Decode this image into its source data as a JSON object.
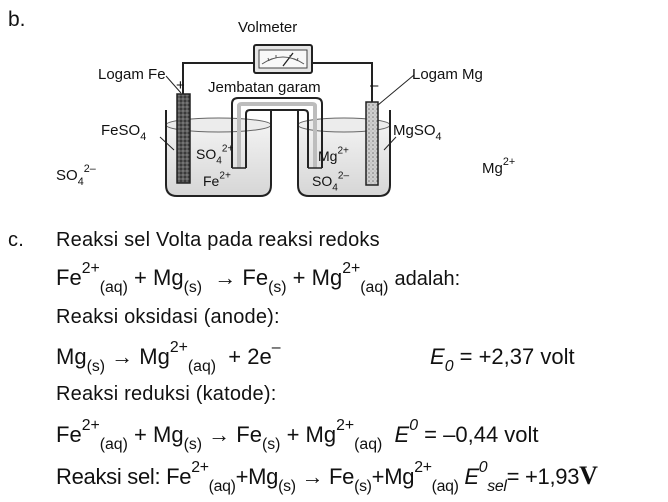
{
  "part_b": {
    "marker": "b.",
    "voltmeter": "Volmeter",
    "salt_bridge": "Jembatan garam",
    "left_electrode": "Logam Fe",
    "right_electrode": "Logam Mg",
    "plus_sign": "+",
    "minus_sign": "–",
    "feso4": {
      "base": "FeSO",
      "sub": "4"
    },
    "mgso4": {
      "base": "MgSO",
      "sub": "4"
    },
    "so4_outside": {
      "base": "SO",
      "sub": "4",
      "sup": "2–"
    },
    "mg_outside": {
      "base": "Mg",
      "sup": "2+"
    },
    "left_ion_top": {
      "base": "SO",
      "sub": "4",
      "sup": "2+"
    },
    "left_ion_bottom": {
      "base": "Fe",
      "sup": "2+"
    },
    "right_ion_top": {
      "base": "Mg",
      "sup": "2+"
    },
    "right_ion_bottom": {
      "base": "SO",
      "sub": "4",
      "sup": "2–"
    }
  },
  "part_c": {
    "marker": "c.",
    "heading": "Reaksi sel Volta pada reaksi redoks",
    "reaction": {
      "fe": "Fe",
      "fe_sup": "2+",
      "aq": "(aq)",
      "plus": "+",
      "mg": "Mg",
      "s": "(s)",
      "arrow": "→",
      "fe2": "Fe",
      "s2": "(s)",
      "mg2": "Mg",
      "mg2_sup": "2+",
      "aq2": "(aq)",
      "tail": "adalah:"
    },
    "oxidation_heading": "Reaksi oksidasi (anode):",
    "oxidation": {
      "mg": "Mg",
      "s": "(s)",
      "arrow": "→",
      "mg2": "Mg",
      "mg2_sup": "2+",
      "aq": "(aq)",
      "electrons": "+ 2e",
      "e_sup": "–",
      "potential_symbol": "E",
      "potential_sub": "0",
      "potential_value": "= +2,37 volt"
    },
    "reduction_heading": "Reaksi reduksi (katode):",
    "reduction": {
      "fe": "Fe",
      "fe_sup": "2+",
      "aq": "(aq)",
      "plus": "+",
      "mg": "Mg",
      "s": "(s)",
      "arrow": "→",
      "fe2": "Fe",
      "s2": "(s)",
      "mg2": "Mg",
      "mg2_sup": "2+",
      "aq2": "(aq)",
      "potential_symbol": "E",
      "potential_sup": "0",
      "potential_value": "= –0,44 volt"
    },
    "cell": {
      "label": "Reaksi sel:",
      "fe": "Fe",
      "fe_sup": "2+",
      "aq": "(aq)",
      "plus": "+",
      "mg": "Mg",
      "s": "(s)",
      "arrow": "→",
      "fe2": "Fe",
      "s2": "(s)",
      "mg2": "Mg",
      "mg2_sup": "2+",
      "aq2": "(aq)",
      "potential_symbol": "E",
      "potential_sup": "0",
      "potential_sub": "sel",
      "potential_value": "= +1,93",
      "unit": "V"
    }
  }
}
